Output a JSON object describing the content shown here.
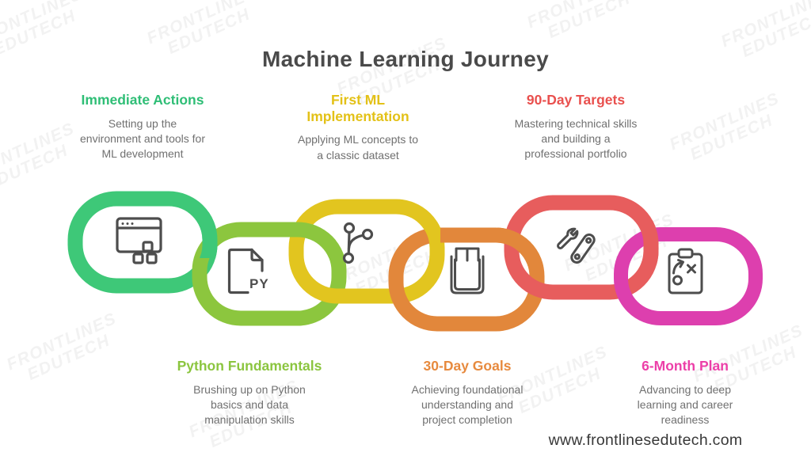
{
  "title": "Machine Learning Journey",
  "watermark": {
    "line1": "FRONTLINES",
    "line2": "EDUTECH"
  },
  "footer": {
    "website": "www.frontlinesedutech.com"
  },
  "steps": [
    {
      "name": "Immediate Actions",
      "description": "Setting up the\nenvironment and tools for\nML development",
      "color": "#2fbe76",
      "link_color": "#3ec878",
      "icon": "browser-window-icon",
      "label_position": "top"
    },
    {
      "name": "Python Fundamentals",
      "description": "Brushing up on Python\nbasics and data\nmanipulation skills",
      "color": "#8bc53f",
      "link_color": "#8cc63e",
      "icon": "python-file-icon",
      "label_position": "bottom"
    },
    {
      "name": "First ML\nImplementation",
      "description": "Applying ML concepts to\na classic dataset",
      "color": "#e3c117",
      "link_color": "#e2c51f",
      "icon": "git-branch-icon",
      "label_position": "top"
    },
    {
      "name": "30-Day Goals",
      "description": "Achieving foundational\nunderstanding and\nproject completion",
      "color": "#e78a3e",
      "link_color": "#e2873b",
      "icon": "calendar-icon",
      "label_position": "bottom"
    },
    {
      "name": "90-Day Targets",
      "description": "Mastering technical skills\nand building a\nprofessional portfolio",
      "color": "#e9504e",
      "link_color": "#e75d5d",
      "icon": "tools-icon",
      "label_position": "top"
    },
    {
      "name": "6-Month Plan",
      "description": "Advancing to deep\nlearning and career\nreadiness",
      "color": "#ec3fa8",
      "link_color": "#dd3fae",
      "icon": "strategy-clipboard-icon",
      "label_position": "bottom"
    }
  ]
}
